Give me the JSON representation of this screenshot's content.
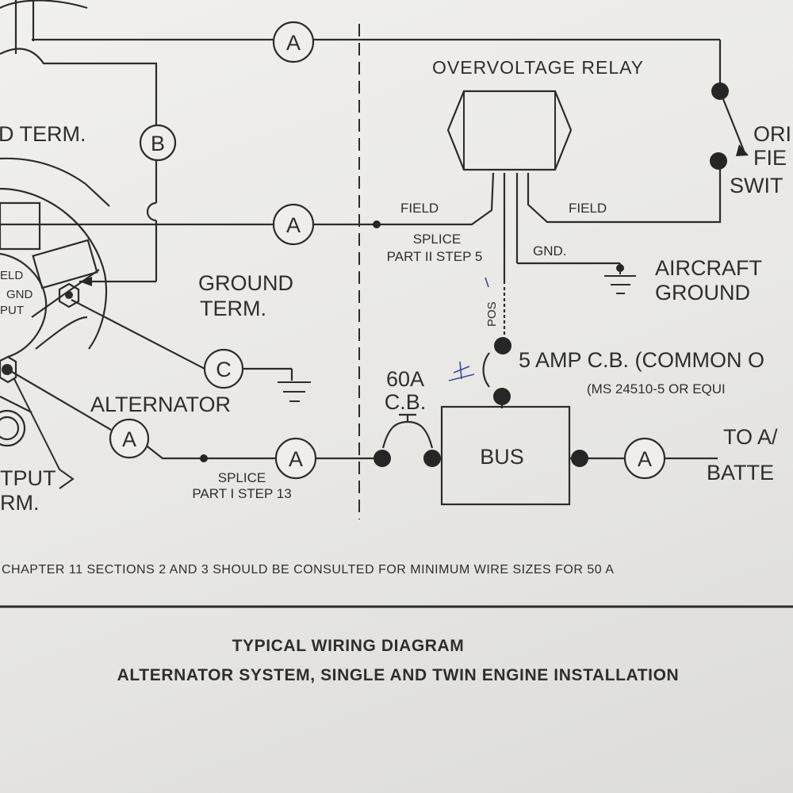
{
  "connectors": {
    "a": "A",
    "b": "B",
    "c": "C"
  },
  "alternator": {
    "field_term": "D TERM.",
    "ground_term": [
      "GROUND",
      "TERM."
    ],
    "label": "ALTERNATOR",
    "output_term": [
      "TPUT",
      "RM."
    ],
    "hub_labels": [
      "ELD",
      "GND",
      "PUT"
    ]
  },
  "splices": {
    "part1": [
      "SPLICE",
      "PART I STEP 13"
    ],
    "part2": [
      "SPLICE",
      "PART II STEP 5"
    ]
  },
  "relay": {
    "title": "OVERVOLTAGE RELAY",
    "field_left": "FIELD",
    "field_right": "FIELD",
    "gnd": "GND.",
    "pos": "POS"
  },
  "field_switch": [
    "ORI",
    "FIE",
    "SWIT"
  ],
  "aircraft_ground": [
    "AIRCRAFT",
    "GROUND"
  ],
  "breaker_5a": [
    "5 AMP C.B. (COMMON O",
    "(MS 24510-5 OR EQUI"
  ],
  "breaker_60a": [
    "60A",
    "C.B."
  ],
  "bus": "BUS",
  "battery": [
    "TO A/",
    "BATTE"
  ],
  "footnote": "CHAPTER 11 SECTIONS 2 AND 3  SHOULD BE CONSULTED FOR MINIMUM WIRE SIZES FOR 50 A",
  "caption": {
    "title": "TYPICAL WIRING DIAGRAM",
    "subtitle": "ALTERNATOR SYSTEM, SINGLE AND TWIN ENGINE INSTALLATION"
  }
}
